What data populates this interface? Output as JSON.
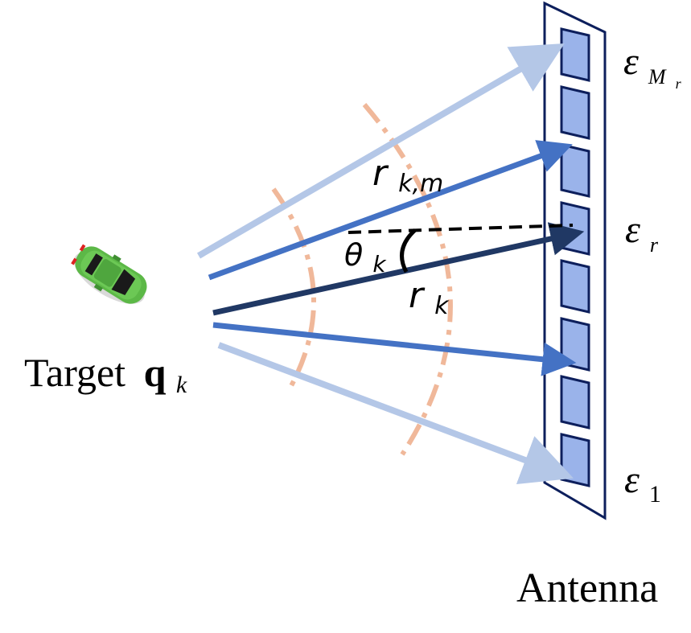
{
  "target": {
    "label": "Target",
    "symbol": "q",
    "subscript": "k"
  },
  "antenna": {
    "label": "Antenna",
    "elements_total": 8,
    "highlighted_element_index": 4
  },
  "element_labels": {
    "top": {
      "symbol": "ε",
      "subscript": "M",
      "sub_subscript": "r"
    },
    "middle": {
      "symbol": "ε",
      "subscript": "r"
    },
    "bottom": {
      "symbol": "ε",
      "subscript": "1"
    }
  },
  "distance_labels": {
    "element_distance": {
      "symbol": "r",
      "subscript": "k,m"
    },
    "reference_distance": {
      "symbol": "r",
      "subscript": "k"
    },
    "angle": {
      "symbol": "θ",
      "subscript": "k"
    }
  },
  "colors": {
    "light_blue": "#B4C7E7",
    "medium_blue": "#4472C4",
    "dark_navy": "#203864",
    "antenna_outline": "#0D1F5C",
    "antenna_element_fill": "#9AB3EA",
    "wavefront": "#F0B89A",
    "car_body": "#5CB847"
  }
}
